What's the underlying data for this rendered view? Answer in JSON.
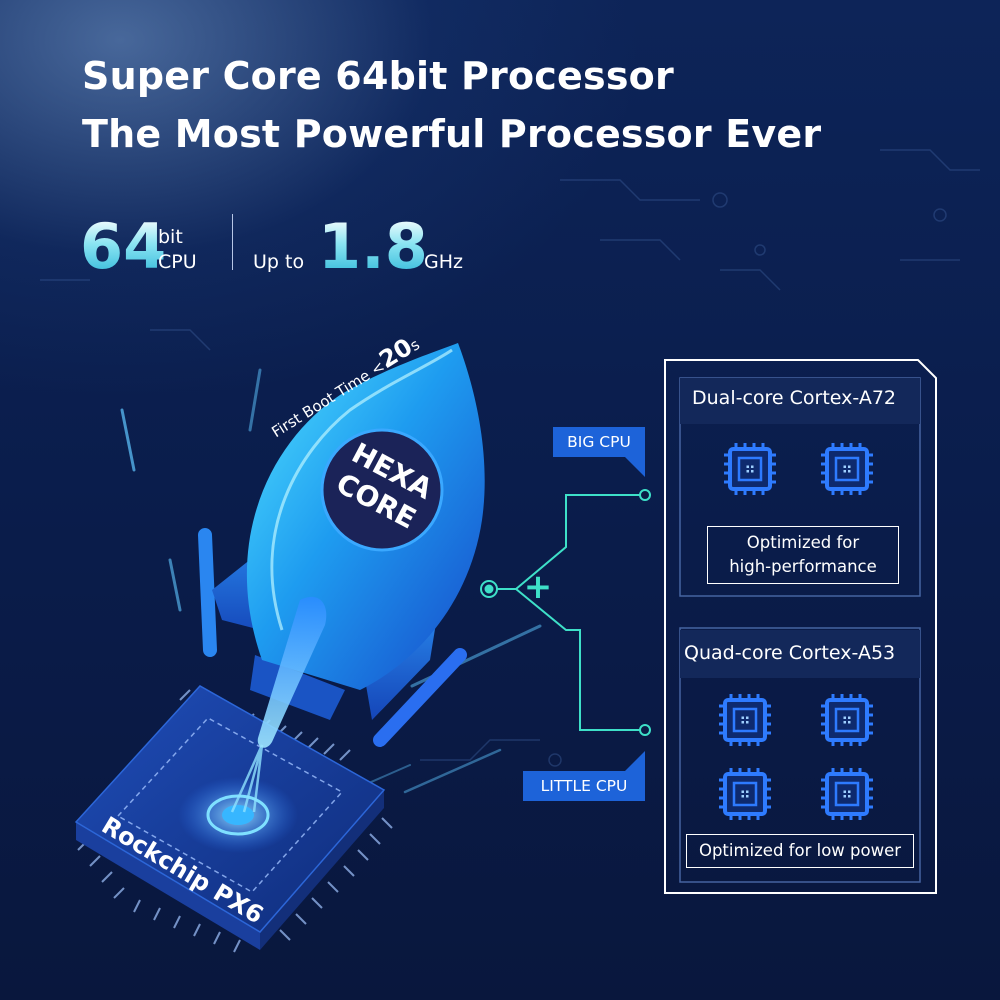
{
  "headline": {
    "line1": "Super Core 64bit Processor",
    "line2": "The Most Powerful Processor Ever"
  },
  "specs": {
    "bits_value": "64",
    "bits_unit_top": "bit",
    "bits_unit_bottom": "CPU",
    "freq_prefix": "Up to",
    "freq_value": "1.8",
    "freq_unit": "GHz"
  },
  "rocket": {
    "boot_text": "First Boot Time <",
    "boot_value": "20",
    "boot_unit": "s",
    "badge_line1": "HEXA",
    "badge_line2": "CORE"
  },
  "chip": {
    "label": "Rockchip PX6"
  },
  "connector": {
    "plus": "+"
  },
  "tags": {
    "big": "BIG CPU",
    "little": "LITTLE CPU"
  },
  "panel": {
    "big_cluster": {
      "title": "Dual-core Cortex-A72",
      "note_line1": "Optimized for",
      "note_line2": "high-performance",
      "cores": 2
    },
    "little_cluster": {
      "title": "Quad-core Cortex-A53",
      "note": "Optimized for low power",
      "cores": 4
    }
  },
  "colors": {
    "accent_teal": "#3ee0c8",
    "tag_blue": "#1d63d9",
    "core_blue": "#2e7bff",
    "bg_navy": "#0b1c45"
  }
}
